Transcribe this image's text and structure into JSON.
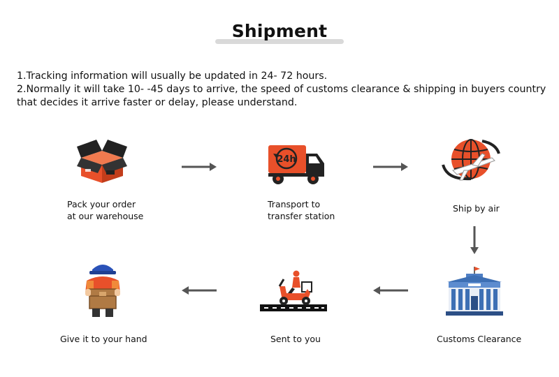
{
  "header": {
    "title": "Shipment"
  },
  "notes": [
    "1.Tracking information will usually be updated in 24- 72 hours.",
    "2.Normally it will take 10- -45 days to arrive, the speed of customs clearance & shipping in buyers country that decides it arrive faster or delay, please understand."
  ],
  "steps": [
    {
      "line1": "Pack your order",
      "line2": "at our warehouse",
      "icon": "package-box-icon"
    },
    {
      "line1": "Transport to",
      "line2": "transfer station",
      "icon": "delivery-truck-24h-icon",
      "badge": "24h"
    },
    {
      "line1": "Ship by air",
      "icon": "globe-airplane-icon"
    },
    {
      "line1": "Customs Clearance",
      "icon": "customs-building-icon"
    },
    {
      "line1": "Sent to you",
      "icon": "delivery-scooter-icon"
    },
    {
      "line1": "Give it to your hand",
      "icon": "courier-holding-box-icon"
    }
  ],
  "colors": {
    "accent": "#e8502a",
    "dark": "#222222",
    "arrow": "#555555",
    "building": "#3d6fb4"
  }
}
